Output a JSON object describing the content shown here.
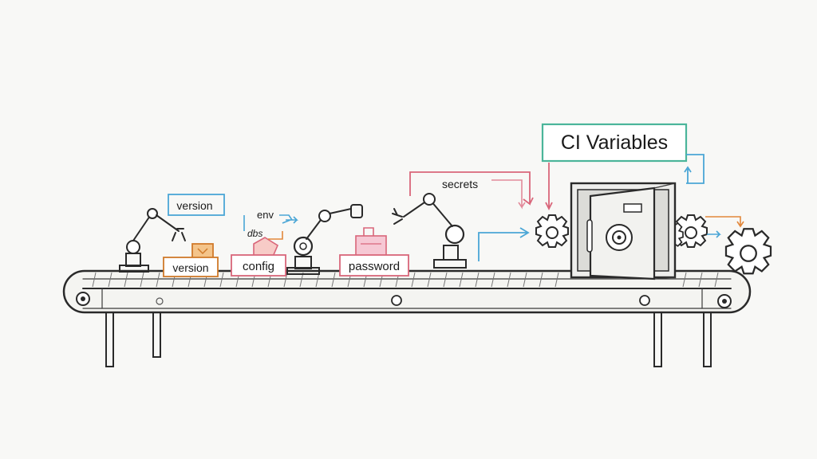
{
  "title_label": "CI Variables",
  "labels": {
    "version_tag": "version",
    "version_box": "version",
    "env": "env",
    "dbs": "dbs",
    "config": "config",
    "password": "password",
    "secrets": "secrets"
  },
  "colors": {
    "teal": "#4aa3a7",
    "blue": "#4aa6d6",
    "orange": "#e2873a",
    "pink": "#d9667a",
    "title_border": "#4bb59a",
    "ink": "#2a2a2a"
  },
  "icons": [
    "robot-arm-icon",
    "gear-icon",
    "vault-safe-icon",
    "conveyor-belt-icon"
  ]
}
